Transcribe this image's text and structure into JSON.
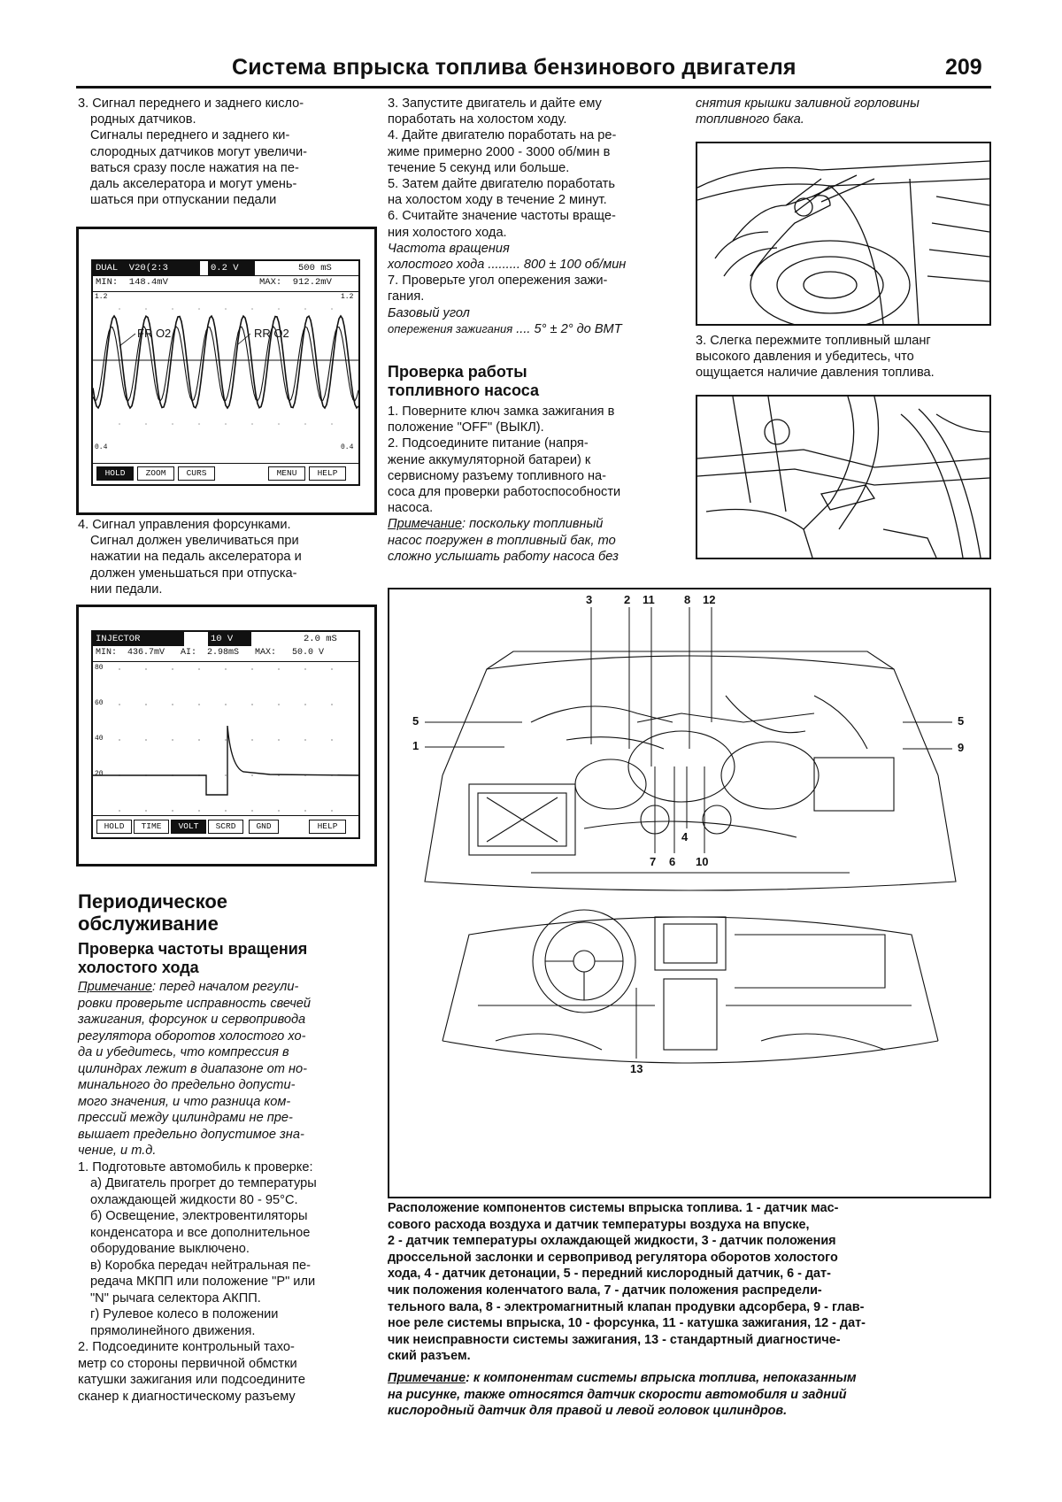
{
  "header": {
    "title": "Система впрыска топлива бензинового двигателя",
    "page_number": "209"
  },
  "col1": {
    "item3_lines": [
      "3. Сигнал переднего и заднего кисло-",
      "родных датчиков."
    ],
    "item3_body": [
      "Сигналы переднего и заднего ки-",
      "слородных датчиков могут увеличи-",
      "ваться сразу после нажатия на пе-",
      "даль акселератора и могут умень-",
      "шаться при отпускании педали"
    ],
    "scope1": {
      "top_left": "DUAL  V20(2:3",
      "top_mid": "0.2 V",
      "top_right": "500 mS",
      "row2_left": "MIN:  148.4mV",
      "row2_right": "MAX:  912.2mV",
      "label_fr": "FR O2",
      "label_rr": "RR O2",
      "y_top_left": "1.2",
      "y_top_right": "1.2",
      "y_bottom_left": "0.4",
      "y_bottom_right": "0.4",
      "buttons": [
        "HOLD",
        "ZOOM",
        "CURS",
        "MENU",
        "HELP"
      ]
    },
    "item4_lines": [
      "4. Сигнал управления форсунками."
    ],
    "item4_body": [
      "Сигнал должен увеличиваться при",
      "нажатии на педаль акселератора и",
      "должен уменьшаться при отпуска-",
      "нии педали."
    ],
    "scope2": {
      "top_left": "INJECTOR",
      "top_mid": "10 V",
      "top_right": "2.0 mS",
      "row2": "MIN:  436.7mV   AI:  2.98mS   MAX:   50.0 V",
      "y_labels": [
        "80",
        "60",
        "40",
        "20"
      ],
      "buttons": [
        "HOLD",
        "TIME",
        "VOLT",
        "SCRD",
        "GND",
        "HELP"
      ]
    },
    "section_title": [
      "Периодическое",
      "обслуживание"
    ],
    "subsection_title": [
      "Проверка частоты вращения",
      "холостого хода"
    ],
    "note_label": "Примечание",
    "note_lines": [
      ": перед началом регули-",
      "ровки проверьте исправность свечей",
      "зажигания, форсунок и сервопривода",
      "регулятора оборотов холостого хо-",
      "да и убедитесь, что компрессия в",
      "цилиндрах лежит в диапазоне от но-",
      "минального до предельно допусти-",
      "мого значения, и что разница ком-",
      "прессий между цилиндрами не пре-",
      "вышает предельно допустимое зна-",
      "чение, и т.д."
    ],
    "step1": "1. Подготовьте автомобиль к проверке:",
    "step1_items": [
      [
        "а) Двигатель прогрет до температуры",
        "охлаждающей жидкости 80 - 95°С."
      ],
      [
        "б) Освещение, электровентиляторы",
        "конденсатора и все дополнительное",
        "оборудование выключено."
      ],
      [
        "в) Коробка передач нейтральная пе-",
        "редача МКПП или положение \"P\" или",
        "\"N\" рычага селектора АКПП."
      ],
      [
        "г) Рулевое колесо в положении",
        "прямолинейного движения."
      ]
    ],
    "step2": [
      "2. Подсоедините контрольный тахо-",
      "метр со стороны первичной обмстки",
      "катушки зажигания или подсоедините",
      "сканер к диагностическому разъему"
    ]
  },
  "col2": {
    "steps": [
      "3. Запустите двигатель и дайте ему",
      "поработать на холостом ходу.",
      "4. Дайте двигателю поработать на ре-",
      "жиме примерно 2000 - 3000 об/мин в",
      "течение 5 секунд или больше.",
      "5. Затем дайте двигателю поработать",
      "на холостом ходу в течение 2 минут.",
      "6. Считайте значение частоты враще-",
      "ния холостого хода."
    ],
    "spec1_label": [
      "Частота вращения",
      "холостого хода"
    ],
    "spec1_value": "......... 800 ± 100 об/мин",
    "step7": [
      "7. Проверьте угол опережения зажи-",
      "гания."
    ],
    "spec2_label": [
      "Базовый угол",
      "опережения зажигания"
    ],
    "spec2_value": ".... 5° ± 2° до ВМТ",
    "heading": [
      "Проверка работы",
      "топливного насоса"
    ],
    "pump_steps": [
      "1. Поверните ключ замка зажигания в",
      "положение \"OFF\" (ВЫКЛ).",
      "2. Подсоедините питание (напря-",
      "жение аккумуляторной батареи) к",
      "сервисному разъему топливного на-",
      "соса для проверки работоспособности",
      "насоса."
    ],
    "note_label": "Примечание",
    "note_lines": [
      ": поскольку топливный",
      "насос погружен в топливный бак, то",
      "сложно услышать работу насоса без"
    ]
  },
  "col3": {
    "cont_lines": [
      "снятия крышки заливной горловины",
      "топливного бака."
    ],
    "step3": [
      "3. Слегка пережмите топливный шланг",
      "высокого давления и убедитесь, что",
      "ощущается наличие давления топлива."
    ]
  },
  "figure": {
    "top_callouts": [
      "3",
      "2",
      "11",
      "8",
      "12"
    ],
    "side_left": [
      "5",
      "1"
    ],
    "side_right": [
      "5",
      "9"
    ],
    "bottom_callouts": [
      "7",
      "6",
      "4",
      "10"
    ],
    "dash_callout": "13"
  },
  "caption": {
    "lines": [
      "Расположение компонентов системы впрыска топлива. 1 - датчик мас-",
      "сового расхода воздуха и датчик температуры воздуха на впуске,",
      "2 - датчик температуры охлаждающей жидкости, 3 - датчик положения",
      "дроссельной заслонки и сервопривод регулятора оборотов холостого",
      "хода, 4 - датчик детонации, 5 - передний кислородный датчик, 6 - дат-",
      "чик положения коленчатого вала, 7 - датчик положения распредели-",
      "тельного вала, 8 - электромагнитный клапан продувки адсорбера, 9 - глав-",
      "ное реле системы впрыска, 10 - форсунка, 11 - катушка зажигания, 12 - дат-",
      "чик неисправности системы зажигания, 13 - стандартный диагностиче-",
      "ский разъем."
    ],
    "note_label": "Примечание",
    "note_lines": [
      ": к компонентам системы впрыска топлива, непоказанным",
      "на рисунке, также относятся датчик скорости автомобиля и задний",
      "кислородный датчик для правой и левой головок цилиндров."
    ]
  }
}
